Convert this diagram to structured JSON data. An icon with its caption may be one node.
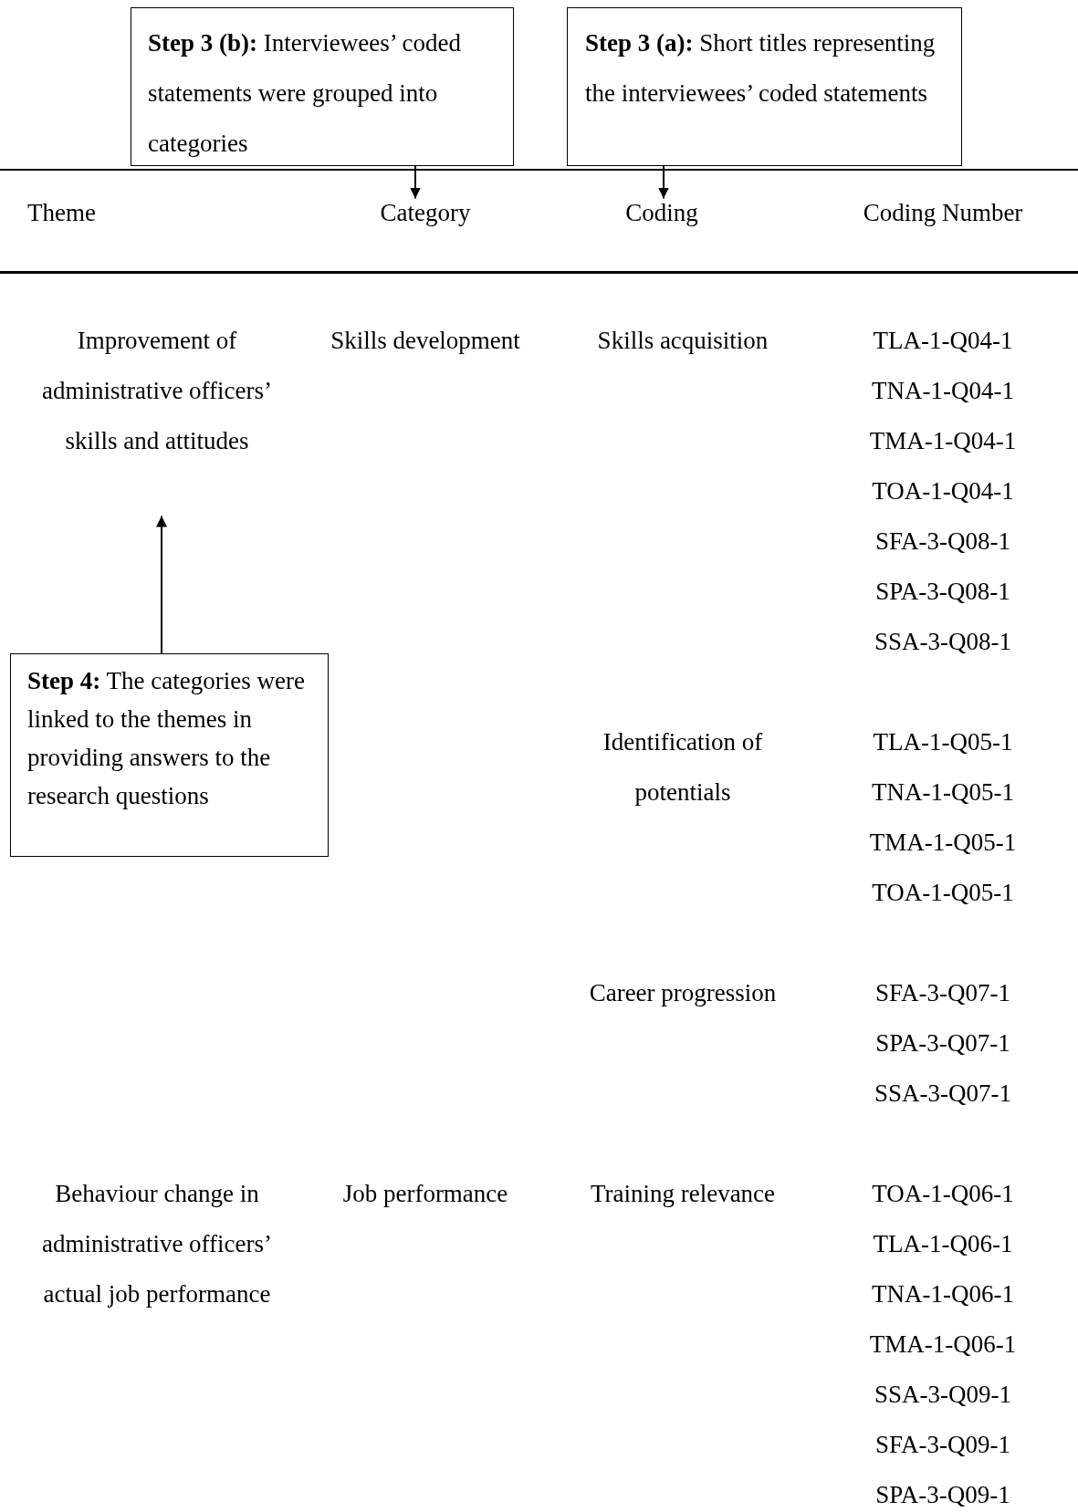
{
  "diagram": {
    "nodes": [
      {
        "text": [
          "**Step 3 (b):** Interviewees’ coded statements were grouped into categories"
        ]
      },
      {
        "text": [
          "**Step 3 (a):** Short titles representing the interviewees’ coded statements"
        ]
      },
      {
        "text": [
          "Category"
        ]
      },
      {
        "text": [
          "Coding"
        ]
      },
      {
        "text": [
          "Improvement of administrative officers’ skills and attitudes"
        ]
      },
      {
        "text": [
          "**Step 4:** The categories were linked to the themes in providing answers to the research questions"
        ]
      }
    ],
    "edges": [
      {
        "from": 0,
        "to": 2,
        "arrow": "to"
      },
      {
        "from": 1,
        "to": 3,
        "arrow": "to"
      },
      {
        "from": 5,
        "to": 4,
        "arrow": "to"
      }
    ],
    "labels": [
      "Theme",
      "Coding Number",
      "Skills development",
      "Skills acquisition",
      "TLA-1-Q04-1",
      "TNA-1-Q04-1",
      "TMA-1-Q04-1",
      "TOA-1-Q04-1",
      "SFA-3-Q08-1",
      "SPA-3-Q08-1",
      "SSA-3-Q08-1",
      "Identification of potentials",
      "TLA-1-Q05-1",
      "TNA-1-Q05-1",
      "TMA-1-Q05-1",
      "TOA-1-Q05-1",
      "Career progression",
      "SFA-3-Q07-1",
      "SPA-3-Q07-1",
      "SSA-3-Q07-1",
      "Behaviour change in administrative officers’ actual job performance",
      "Job performance",
      "Training relevance",
      "TOA-1-Q06-1",
      "TLA-1-Q06-1",
      "TNA-1-Q06-1",
      "TMA-1-Q06-1",
      "SSA-3-Q09-1",
      "SFA-3-Q09-1",
      "SPA-3-Q09-1"
    ]
  }
}
